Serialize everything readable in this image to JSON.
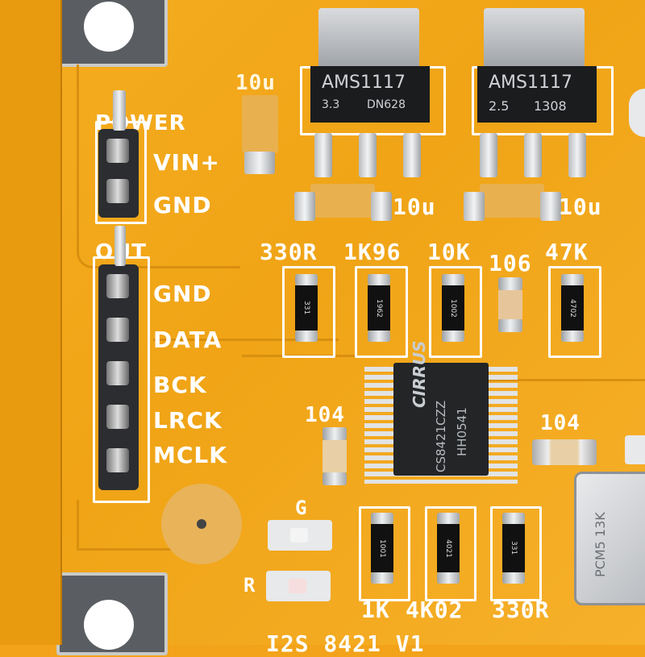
{
  "board": {
    "power_header_label": "POWER",
    "power_pins": [
      "VIN+",
      "GND"
    ],
    "out_header_label": "OUT",
    "out_pins": [
      "GND",
      "DATA",
      "BCK",
      "LRCK",
      "MCLK"
    ]
  },
  "regulators": [
    {
      "part": "AMS1117",
      "voltage": "3.3",
      "code": "DN628"
    },
    {
      "part": "AMS1117",
      "voltage": "2.5",
      "code": "1308"
    }
  ],
  "cap_labels": {
    "top": "10u",
    "left_bottom": "10u",
    "right_bottom": "10u"
  },
  "resistor_labels": [
    "330R",
    "1K96",
    "10K",
    "106",
    "47K"
  ],
  "chip": {
    "brand": "CIRRUS",
    "part": "CS8421CZZ",
    "lot": "HH0541"
  },
  "cap_104_left": "104",
  "cap_104_right": "104",
  "led_labels": {
    "green": "G",
    "red": "R"
  },
  "bottom_resistor_labels": [
    "1K",
    "4K02",
    "330R"
  ],
  "crystal_marking": "PCM5 13K",
  "bottom_text": "I2S 8421 V1"
}
